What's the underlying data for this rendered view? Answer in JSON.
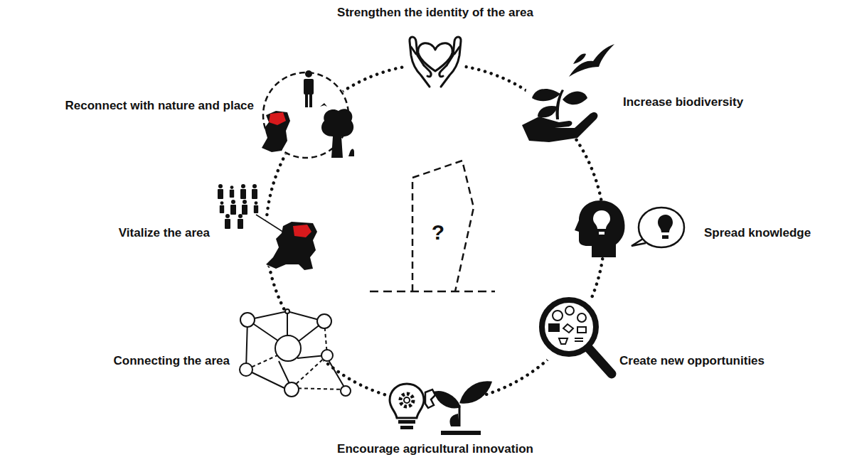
{
  "diagram": {
    "nodes": [
      {
        "text": [
          "?"
        ]
      }
    ],
    "labels": [
      "Strengthen the identity of the area",
      "Increase biodiversity",
      "Spread knowledge",
      "Create new opportunities",
      "Encourage agricultural innovation",
      "Connecting the area",
      "Vitalize the area",
      "Reconnect with nature and place"
    ]
  }
}
